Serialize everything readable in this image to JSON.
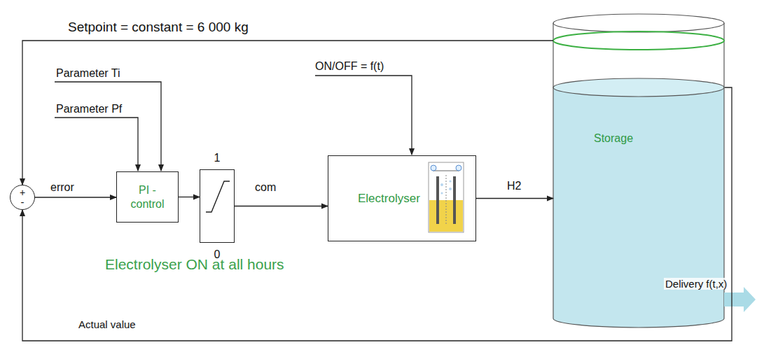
{
  "diagram": {
    "nodes": [
      {
        "text": [
          "+",
          "-"
        ]
      },
      {
        "text": [
          "PI - control"
        ]
      },
      {
        "text": [
          "1",
          "0"
        ]
      },
      {
        "text": [
          "Electrolyser"
        ]
      },
      {
        "text": [
          "Storage"
        ]
      }
    ],
    "edges": [
      {
        "from": 0,
        "to": 1,
        "label": "error",
        "arrow": "to"
      },
      {
        "from": 1,
        "to": 2,
        "arrow": "to"
      },
      {
        "from": 2,
        "to": 3,
        "label": "com",
        "arrow": "to"
      },
      {
        "from": 3,
        "to": 4,
        "label": "H2",
        "arrow": "to"
      },
      {
        "from": 4,
        "to": 0,
        "label": "Setpoint = constant = 6 000 kg",
        "arrow": "to"
      },
      {
        "from": 4,
        "to": 0,
        "label": "Actual value",
        "arrow": "to"
      }
    ],
    "labels": [
      "Parameter Ti",
      "Parameter Pf",
      "ON/OFF = f(t)",
      "Electrolyser ON at all hours",
      "Delivery f(t,x)"
    ]
  }
}
